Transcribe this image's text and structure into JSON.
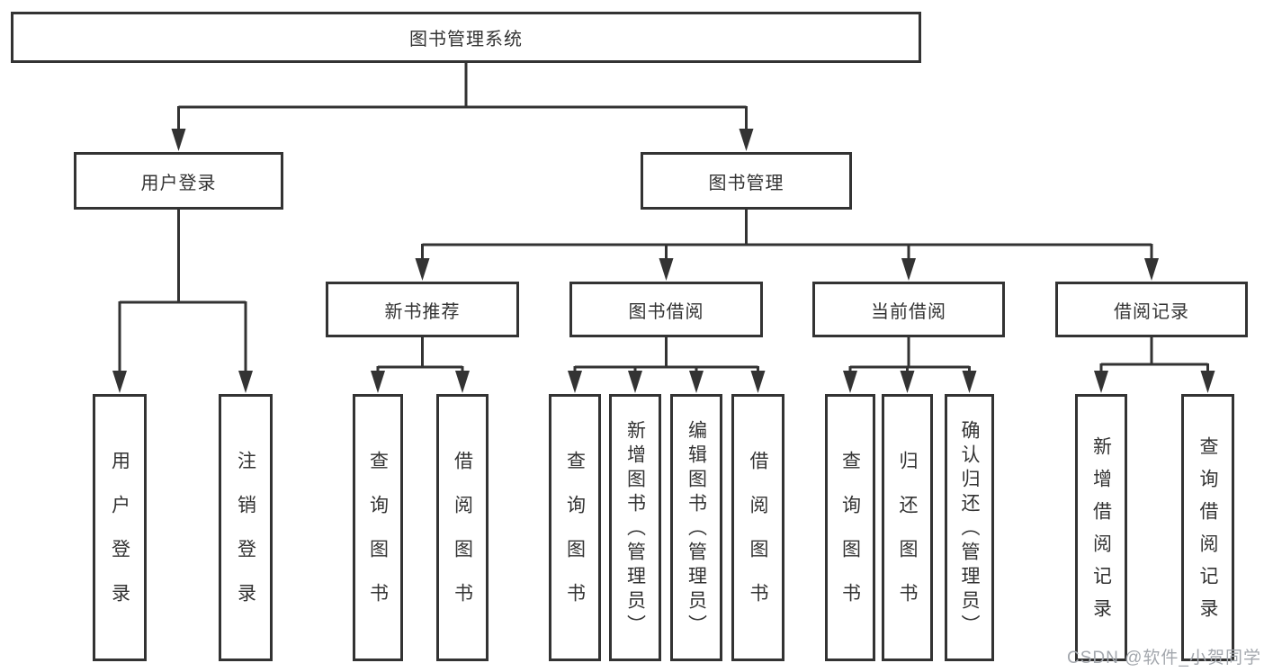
{
  "tree": {
    "root": "图书管理系统",
    "branches": [
      {
        "label": "用户登录",
        "children": [
          "用户登录",
          "注销登录"
        ]
      },
      {
        "label": "图书管理",
        "sections": [
          {
            "label": "新书推荐",
            "children": [
              "查询图书",
              "借阅图书"
            ]
          },
          {
            "label": "图书借阅",
            "children": [
              "查询图书",
              "新增图书（管理员）",
              "编辑图书（管理员）",
              "借阅图书"
            ]
          },
          {
            "label": "当前借阅",
            "children": [
              "查询图书",
              "归还图书",
              "确认归还（管理员）"
            ]
          },
          {
            "label": "借阅记录",
            "children": [
              "新增借阅记录",
              "查询借阅记录"
            ]
          }
        ]
      }
    ]
  },
  "watermark": "CSDN @软件_小贺同学",
  "colors": {
    "line": "#333333",
    "text": "#333333",
    "watermark": "#a3a7ad",
    "background": "#ffffff"
  }
}
